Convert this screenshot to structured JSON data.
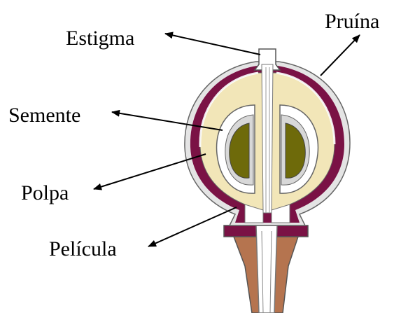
{
  "labels": {
    "estigma": "Estigma",
    "pruina": "Pruína",
    "semente": "Semente",
    "polpa": "Polpa",
    "pelicula": "Película"
  },
  "colors": {
    "skin": "#7a1245",
    "pulp": "#f2e6b8",
    "seed": "#6e6a0a",
    "stem": "#b5744f",
    "bloom": "#e4e4e4",
    "outline": "#555555"
  }
}
